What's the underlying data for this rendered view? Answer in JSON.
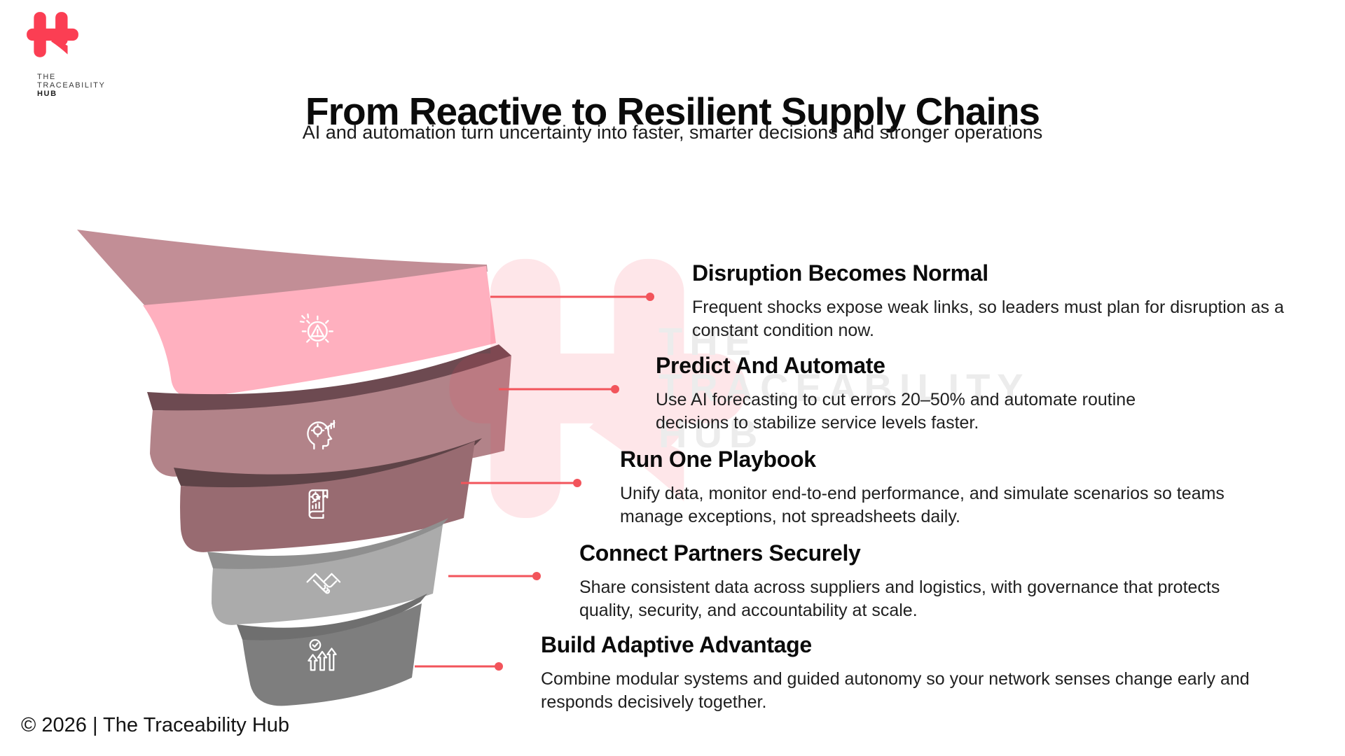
{
  "colors": {
    "accent": "#fb3e53",
    "connector": "#f2545b",
    "background": "#ffffff"
  },
  "logo": {
    "line1": "THE",
    "line2": "TRACEABILITY",
    "line3": "HUB"
  },
  "header": {
    "title": "From Reactive to Resilient Supply Chains",
    "subtitle": "AI and automation turn uncertainty into faster, smarter decisions and stronger operations"
  },
  "watermark": {
    "line1": "THE",
    "line2": "TRACEABILITY",
    "line3": "HUB"
  },
  "funnel": {
    "segments": [
      {
        "name": "disruption-becomes-normal",
        "icon": "gear-alert-icon",
        "front_color": "#ffb0bf",
        "flap_color": "#c28e96"
      },
      {
        "name": "predict-and-automate",
        "icon": "ai-head-icon",
        "front_color": "#b28389",
        "flap_color": "#6d4a51"
      },
      {
        "name": "run-one-playbook",
        "icon": "playbook-icon",
        "front_color": "#986b71",
        "flap_color": "#5e4347"
      },
      {
        "name": "connect-partners-securely",
        "icon": "handshake-icon",
        "front_color": "#ababab",
        "flap_color": "#8f8f8f"
      },
      {
        "name": "build-adaptive-advantage",
        "icon": "growth-arrows-icon",
        "front_color": "#7e7e7e",
        "flap_color": "#6f6f6f"
      }
    ]
  },
  "steps": [
    {
      "title": "Disruption Becomes Normal",
      "description": "Frequent shocks expose weak links, so leaders must plan for disruption as a constant condition now."
    },
    {
      "title": "Predict And Automate",
      "description": "Use AI forecasting to cut errors 20–50% and automate routine decisions to stabilize service levels faster."
    },
    {
      "title": "Run One Playbook",
      "description": "Unify data, monitor end-to-end performance, and simulate scenarios so teams manage exceptions, not spreadsheets daily."
    },
    {
      "title": "Connect Partners Securely",
      "description": "Share consistent data across suppliers and logistics, with governance that protects quality, security, and accountability at scale."
    },
    {
      "title": "Build Adaptive Advantage",
      "description": "Combine modular systems and guided autonomy so your network senses change early and responds decisively together."
    }
  ],
  "footer": {
    "copyright": "© 2026 | The Traceability Hub"
  }
}
